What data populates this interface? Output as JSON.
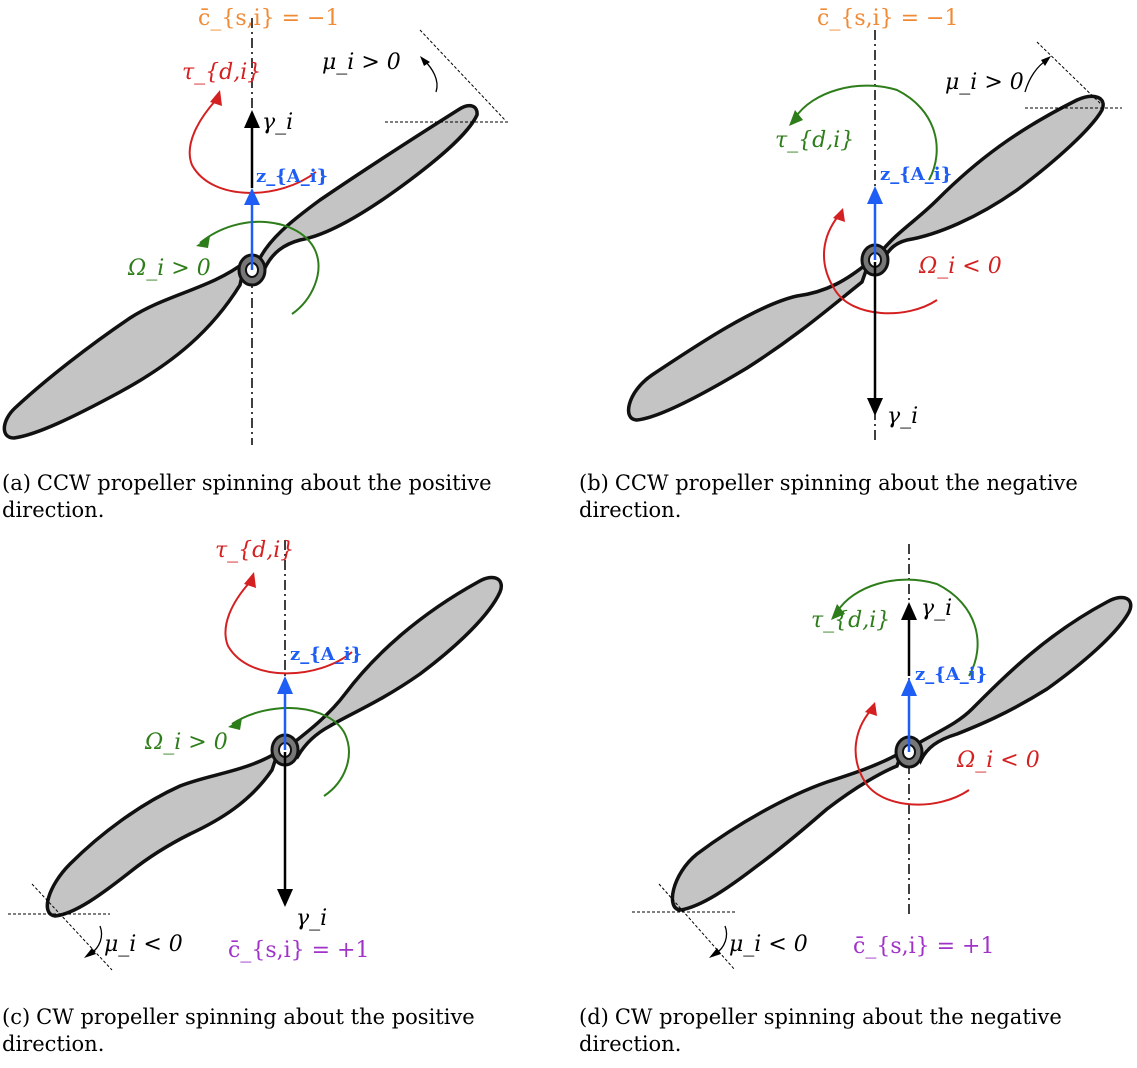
{
  "colors": {
    "blade_fill": "#c4c4c4",
    "blade_stroke": "#111111",
    "axis_stroke": "#000000",
    "z_vector": "#1e5ef5",
    "torque_red": "#d42020",
    "spin_green": "#2d7d1a",
    "sign_orange": "#f08a35",
    "sign_purple": "#a032c8"
  },
  "panels": [
    {
      "id": "a",
      "caption_tag": "(a)",
      "caption_text": "CCW propeller spinning about the positive direction.",
      "sign_label": "c̄_{s,i} = −1",
      "tau_label": "τ_{d,i}",
      "omega_label": "Ω_i > 0",
      "mu_label": "μ_i > 0",
      "gamma_label": "γ_i",
      "z_label": "z_{A_i}"
    },
    {
      "id": "b",
      "caption_tag": "(b)",
      "caption_text": "CCW propeller spinning about the negative direction.",
      "sign_label": "c̄_{s,i} = −1",
      "tau_label": "τ_{d,i}",
      "omega_label": "Ω_i < 0",
      "mu_label": "μ_i > 0",
      "gamma_label": "γ_i",
      "z_label": "z_{A_i}"
    },
    {
      "id": "c",
      "caption_tag": "(c)",
      "caption_text": "CW propeller spinning about the positive direction.",
      "sign_label": "c̄_{s,i} = +1",
      "tau_label": "τ_{d,i}",
      "omega_label": "Ω_i > 0",
      "mu_label": "μ_i < 0",
      "gamma_label": "γ_i",
      "z_label": "z_{A_i}"
    },
    {
      "id": "d",
      "caption_tag": "(d)",
      "caption_text": "CW propeller spinning about the negative direction.",
      "sign_label": "c̄_{s,i} = +1",
      "tau_label": "τ_{d,i}",
      "omega_label": "Ω_i < 0",
      "mu_label": "μ_i < 0",
      "gamma_label": "γ_i",
      "z_label": "z_{A_i}"
    }
  ]
}
